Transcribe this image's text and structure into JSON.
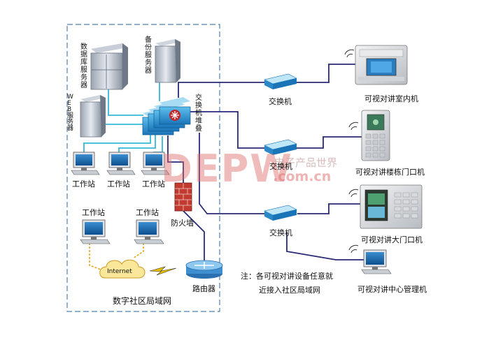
{
  "labels": {
    "db_server": "数据库服务器",
    "backup_server": "备份服务器",
    "web_server": "WEB服务器",
    "switch_stack": "交换机堆叠",
    "workstation": "工作站",
    "firewall": "防火墙",
    "internet": "Internet",
    "router": "路由器",
    "lan_title": "数字社区局域网",
    "switch": "交换机",
    "indoor_unit": "可视对讲室内机",
    "building_door": "可视对讲楼栋门口机",
    "main_gate": "可视对讲大门口机",
    "center_mgmt": "可视对讲中心管理机",
    "note_line1": "注：各可视对讲设备任意就",
    "note_line2": "近接入社区局域网"
  },
  "watermark": {
    "main": "DEPW",
    "sub": ".com.cn",
    "cn": "电子产品世界"
  },
  "colors": {
    "lan_line": "#35b8d8",
    "trunk_line": "#2a2a78",
    "serial_line": "#e0a81a",
    "border": "#4f7fb0"
  }
}
